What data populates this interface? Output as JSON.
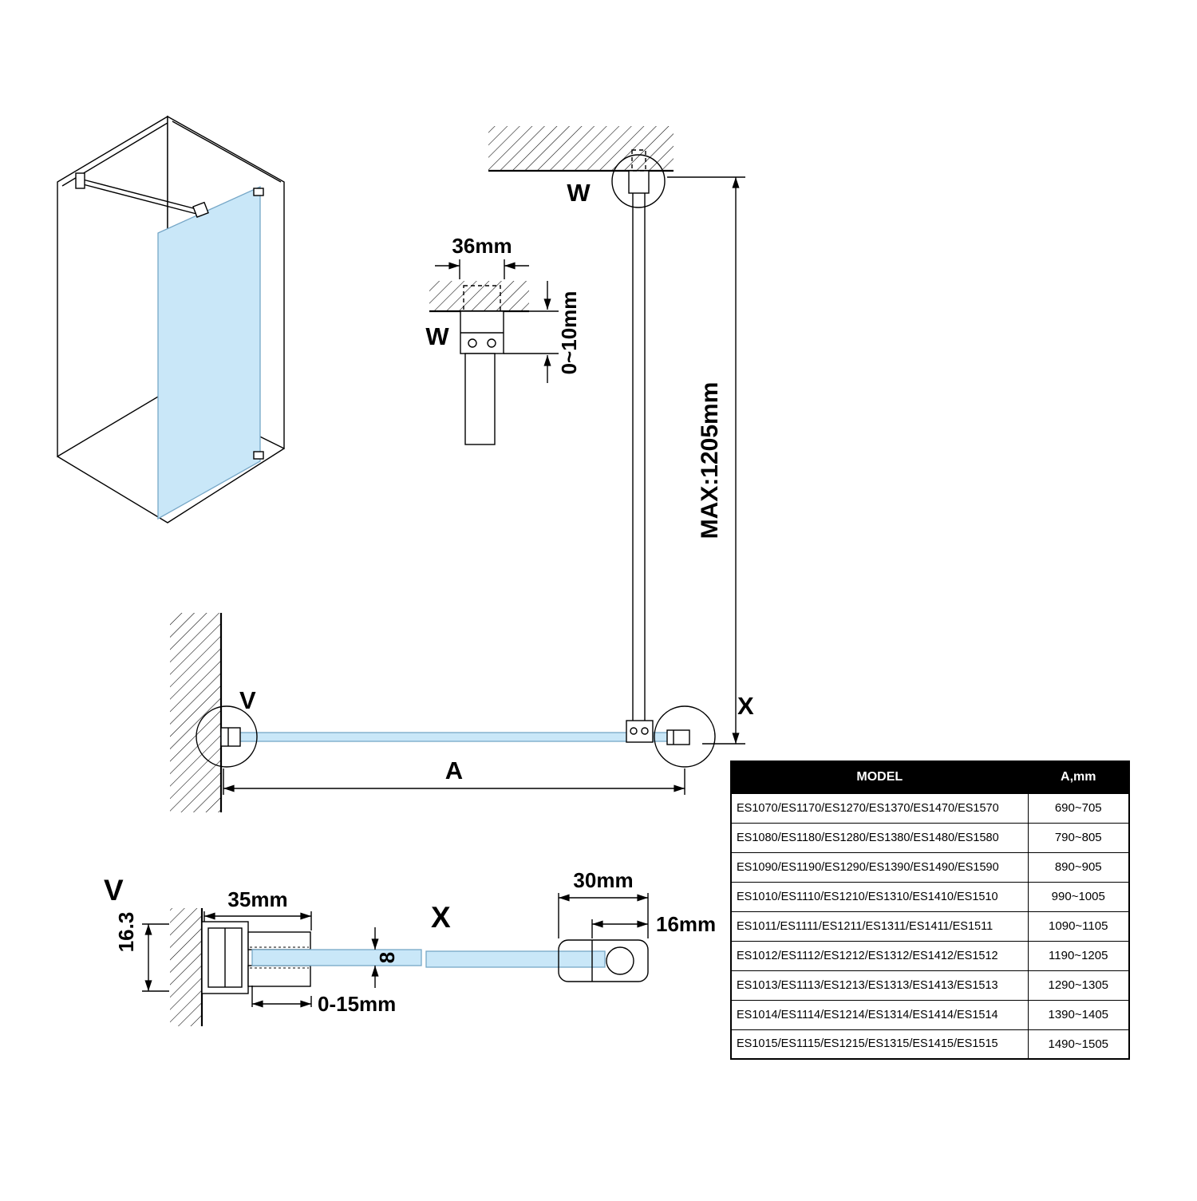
{
  "diagram": {
    "colors": {
      "glass": "#c9e7f8",
      "line": "#000000"
    },
    "labels": {
      "detail_w_width": "36mm",
      "detail_w_gap": "0~10mm",
      "detail_w_letter": "W",
      "anchor_w_letter": "W",
      "max_height": "MAX:1205mm",
      "wall_v_letter": "V",
      "clamp_x_letter": "X",
      "span_letter": "A",
      "detail_v_letter": "V",
      "detail_v_depth": "16.3",
      "detail_v_width": "35mm",
      "detail_v_range": "0-15mm",
      "glass_thickness": "8",
      "detail_x_letter": "X",
      "detail_x_width": "30mm",
      "detail_x_thickness": "16mm"
    }
  },
  "table": {
    "headers": [
      "MODEL",
      "A,mm"
    ],
    "rows": [
      {
        "model": "ES1070/ES1170/ES1270/ES1370/ES1470/ES1570",
        "a": "690~705"
      },
      {
        "model": "ES1080/ES1180/ES1280/ES1380/ES1480/ES1580",
        "a": "790~805"
      },
      {
        "model": "ES1090/ES1190/ES1290/ES1390/ES1490/ES1590",
        "a": "890~905"
      },
      {
        "model": "ES1010/ES1110/ES1210/ES1310/ES1410/ES1510",
        "a": "990~1005"
      },
      {
        "model": "ES1011/ES1111/ES1211/ES1311/ES1411/ES1511",
        "a": "1090~1105"
      },
      {
        "model": "ES1012/ES1112/ES1212/ES1312/ES1412/ES1512",
        "a": "1190~1205"
      },
      {
        "model": "ES1013/ES1113/ES1213/ES1313/ES1413/ES1513",
        "a": "1290~1305"
      },
      {
        "model": "ES1014/ES1114/ES1214/ES1314/ES1414/ES1514",
        "a": "1390~1405"
      },
      {
        "model": "ES1015/ES1115/ES1215/ES1315/ES1415/ES1515",
        "a": "1490~1505"
      }
    ]
  }
}
